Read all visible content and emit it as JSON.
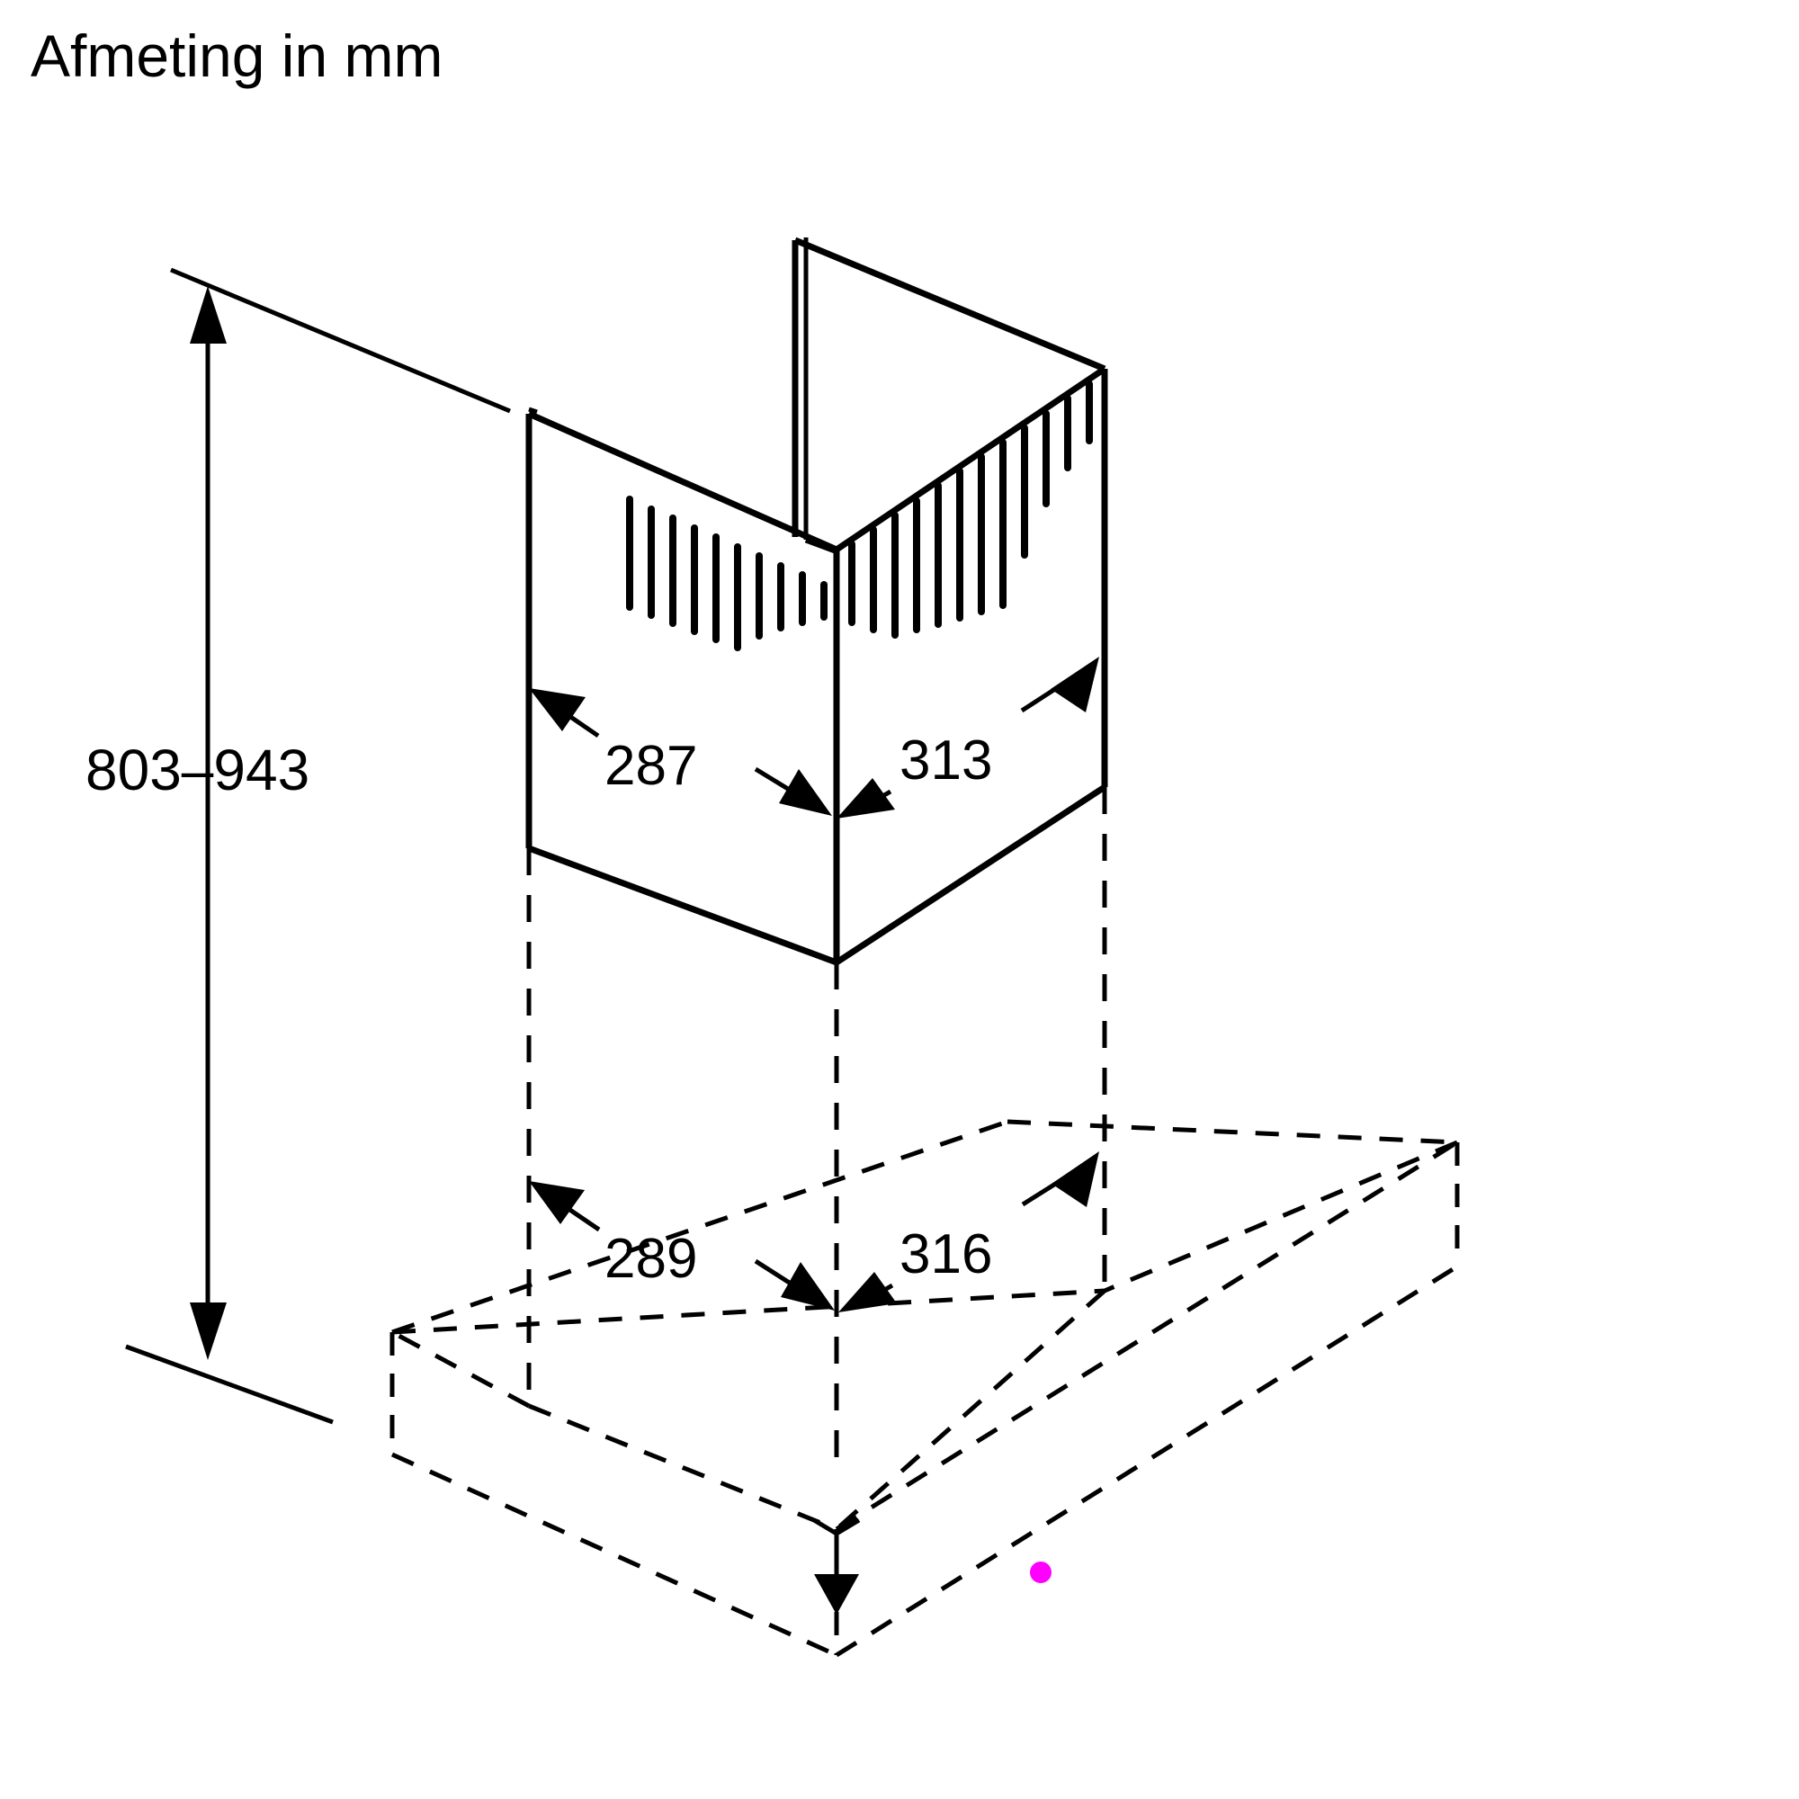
{
  "title": "Afmeting in mm",
  "units": "mm",
  "colors": {
    "line": "#000000",
    "background": "#ffffff",
    "marker": "#ff00ff"
  },
  "dimensions": {
    "height_range": "803–943",
    "chimney_left_depth": "287",
    "chimney_right_width": "313",
    "hood_left_depth": "289",
    "hood_right_width": "316"
  },
  "labels": {
    "height": "803–943",
    "d287": "287",
    "d313": "313",
    "d289": "289",
    "d316": "316"
  },
  "drawing": {
    "type": "isometric-technical-dimension-drawing",
    "subject": "chimney-extractor-hood",
    "solid_part": "chimney duct (upper)",
    "dashed_part": "hood canopy body (lower, hidden outline)",
    "marker_note": "magenta reference point on hood front face"
  }
}
